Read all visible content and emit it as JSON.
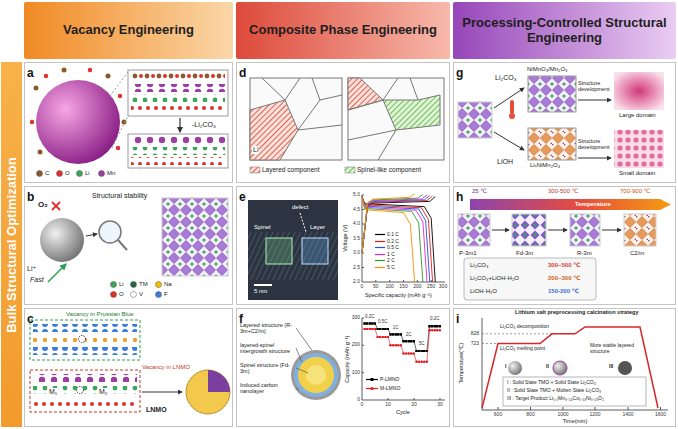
{
  "diagram": {
    "nodes": [
      {
        "text": [
          "Vacancy Engineering"
        ]
      },
      {
        "text": [
          "Composite Phase Engineering"
        ]
      },
      {
        "text": [
          "Processing-Controlled Structural Engineering"
        ]
      },
      {
        "text": [
          "Bulk Structural Optimization"
        ]
      },
      {
        "text": [
          "a"
        ]
      },
      {
        "text": [
          "b"
        ]
      },
      {
        "text": [
          "c"
        ]
      },
      {
        "text": [
          "d"
        ]
      },
      {
        "text": [
          "e"
        ]
      },
      {
        "text": [
          "f"
        ]
      },
      {
        "text": [
          "g"
        ]
      },
      {
        "text": [
          "h"
        ]
      },
      {
        "text": [
          "i"
        ]
      }
    ],
    "labels": [
      "-Li₂CO₃",
      "O₂",
      "Structural stability",
      "Li⁺",
      "Fast",
      "Vacancy in Prussian Blue",
      "Vacancy in LNMO",
      "LNMO",
      "M₁",
      "M₂",
      "Li",
      "defect",
      "Spinel",
      "Layer",
      "5 nm",
      "Voltage (V)",
      "Specific capacity (mAh g⁻¹)",
      "5.0",
      "4.5",
      "4.0",
      "3.5",
      "3.0",
      "2.5",
      "2.0",
      "0",
      "50",
      "100",
      "150",
      "200",
      "250",
      "300",
      "Layered structure (R-3m+C2/m)",
      "layered-spinel intergrowth structure",
      "Spinel structure (Fd-3m)",
      "Induced carbon nanolayer",
      "Capacity (mAh g⁻¹)",
      "0",
      "100",
      "200",
      "300",
      "0",
      "10",
      "20",
      "30",
      "Cycle",
      "0.2C",
      "0.5C",
      "1C",
      "2C",
      "5C",
      "0.2C",
      "Li₂CO₃",
      "LiOH",
      "NiMnO₃/Mn₂O₃",
      "LiₓNiMn₂O₄",
      "Structure development",
      "Structure development",
      "Large domain",
      "Small domain",
      "25 ℃",
      "300-500 ℃",
      "700-900 ℃",
      "Temperature",
      "P-3m1",
      "Fd-3m",
      "R-3m",
      "C2/m",
      "Li₂CO₃",
      "300~500 ℃",
      "Li₂CO₃+LiOH·H₂O",
      "200~300 ℃",
      "LiOH·H₂O",
      "150-200 ℃",
      "Lithium salt preprocessing calcination strategy",
      "Li₂CO₃ decomposition",
      "Li₂CO₃ melting point",
      "More stable layered structure",
      "I",
      "II",
      "III",
      "I : Solid State TMO + Solid State Li₂CO₃",
      "II : Solid State TMO + Molten State Li₂CO₃",
      "III : Target Product Li₁.₂Mn₀.₅₄Co₀.₁₃Ni₀.₁₃O₂",
      "Temperature(℃)",
      "828",
      "723",
      "600",
      "800",
      "1000",
      "1200",
      "1400",
      "1600",
      "Time(min)"
    ],
    "legend": [
      {
        "text": "C",
        "color": "#8b5a2b"
      },
      {
        "text": "O",
        "color": "#e0302a"
      },
      {
        "text": "Li",
        "color": "#3aa757"
      },
      {
        "text": "Mn",
        "color": "#9b3fa0"
      },
      {
        "text": "Li",
        "color": "#3aa757"
      },
      {
        "text": "TM",
        "color": "#1f6b3a"
      },
      {
        "text": "Na",
        "color": "#f2c200"
      },
      {
        "text": "O",
        "color": "#e0302a"
      },
      {
        "text": "V",
        "color": "#ffffff"
      },
      {
        "text": "F",
        "color": "#3b7dd8"
      },
      {
        "text": "0.1 C",
        "color": "#000000"
      },
      {
        "text": "0.2 C",
        "color": "#e41a1c"
      },
      {
        "text": "0.5 C",
        "color": "#1f4fd8"
      },
      {
        "text": "1 C",
        "color": "#d62ad6"
      },
      {
        "text": "2 C",
        "color": "#2a9d2a"
      },
      {
        "text": "5 C",
        "color": "#ff8c00"
      },
      {
        "text": "P-LMNO",
        "color": "#000000"
      },
      {
        "text": "M-LMNO",
        "color": "#e41a1c"
      },
      {
        "text": "Layered component"
      },
      {
        "text": "Spinel-like component"
      }
    ]
  }
}
